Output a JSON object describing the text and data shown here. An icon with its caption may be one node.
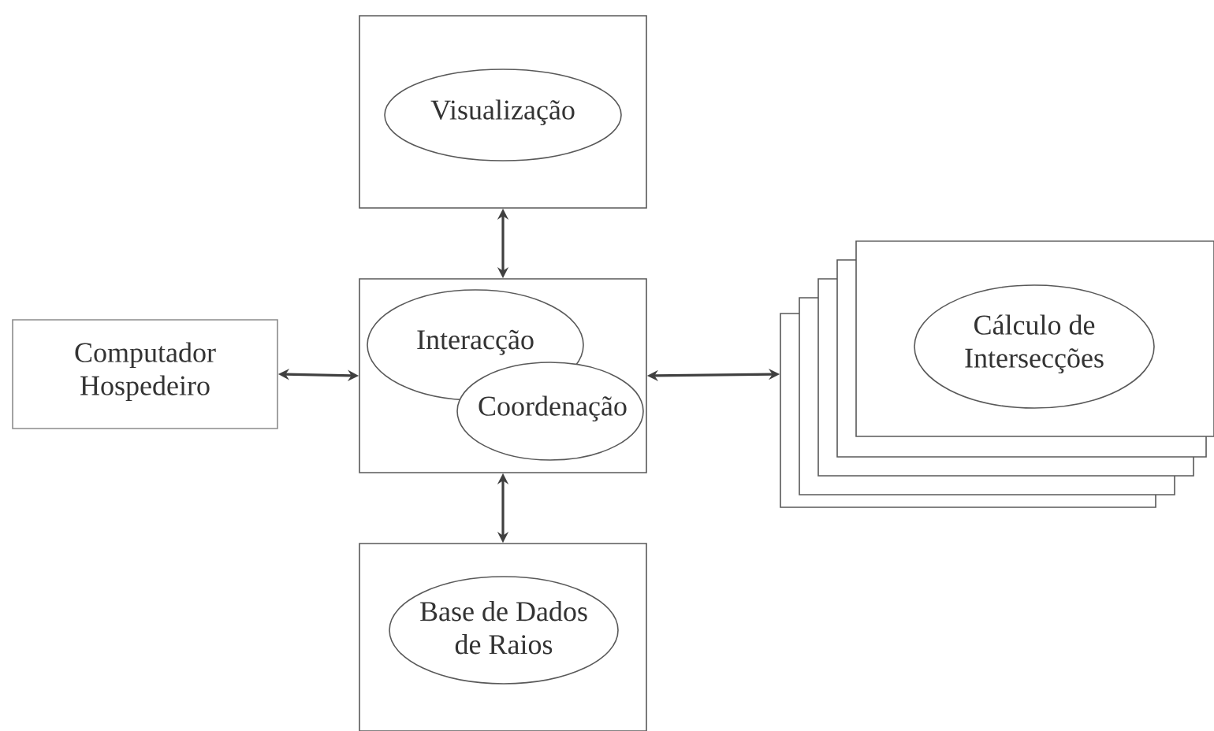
{
  "diagram": {
    "nodes": [
      {
        "text": [],
        "shape": "box"
      },
      {
        "text": [
          "Visualização"
        ],
        "in": 0
      },
      {
        "text": [
          "Computador Hospedeiro"
        ]
      },
      {
        "text": [],
        "shape": "box"
      },
      {
        "text": [
          "Interacção"
        ],
        "in": 3
      },
      {
        "text": [
          "Coordenação"
        ],
        "in": 3
      },
      {
        "text": [],
        "shape": "box"
      },
      {
        "text": [
          "Cálculo de Intersecções"
        ],
        "in": 6
      },
      {
        "text": [],
        "shape": "box"
      },
      {
        "text": [
          "Base de Dados de Raios"
        ],
        "in": 8
      }
    ],
    "edges": [
      {
        "from": 0,
        "to": 3,
        "arrow": "both"
      },
      {
        "from": 2,
        "to": 3,
        "arrow": "both"
      },
      {
        "from": 3,
        "to": 6,
        "arrow": "both"
      },
      {
        "from": 3,
        "to": 8,
        "arrow": "both"
      }
    ]
  }
}
